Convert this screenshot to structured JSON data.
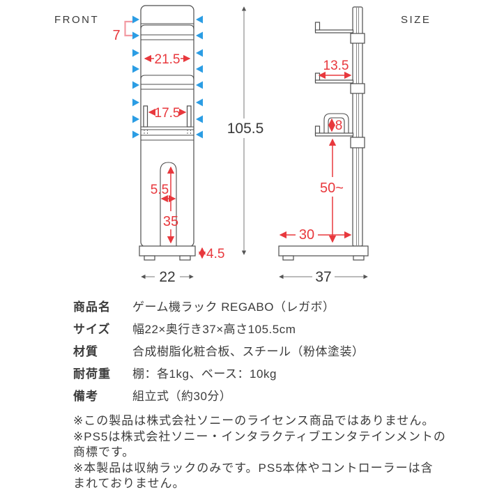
{
  "diagram": {
    "front": {
      "view_label": "FRONT",
      "top_section_height": "7",
      "shelf_inner_width": "21.5",
      "lower_shelf_width": "17.5",
      "total_height": "105.5",
      "slot_width": "5.5",
      "slot_height": "35",
      "base_height": "4.5",
      "total_width": "22"
    },
    "side": {
      "view_label": "SIZE",
      "shelf_depth": "13.5",
      "hook_height": "8",
      "pole_clearance": "50~",
      "base_front_depth": "30",
      "total_depth": "37"
    },
    "colors": {
      "dimension_red": "#e8383d",
      "marker_blue": "#2b9de4",
      "outline_gray": "#4d4d4d",
      "bracket_pink": "#f29aa2",
      "dimension_black": "#383838"
    }
  },
  "spec_table": {
    "rows": [
      {
        "label": "商品名",
        "value": "ゲーム機ラック REGABO（レガボ）"
      },
      {
        "label": "サイズ",
        "value": "幅22×奥行き37×高さ105.5cm"
      },
      {
        "label": "材質",
        "value": "合成樹脂化粧合板、スチール（粉体塗装）"
      },
      {
        "label": "耐荷重",
        "value": "棚：各1kg、ベース：10kg"
      },
      {
        "label": "備考",
        "value": "組立式（約30分）"
      }
    ]
  },
  "notes_lines": [
    "※この製品は株式会社ソニーのライセンス商品ではありません。",
    "※PS5は株式会社ソニー・インタラクティブエンタテインメントの",
    "商標です。",
    "※本製品は収納ラックのみです。PS5本体やコントローラーは含",
    "まれておりません。"
  ]
}
